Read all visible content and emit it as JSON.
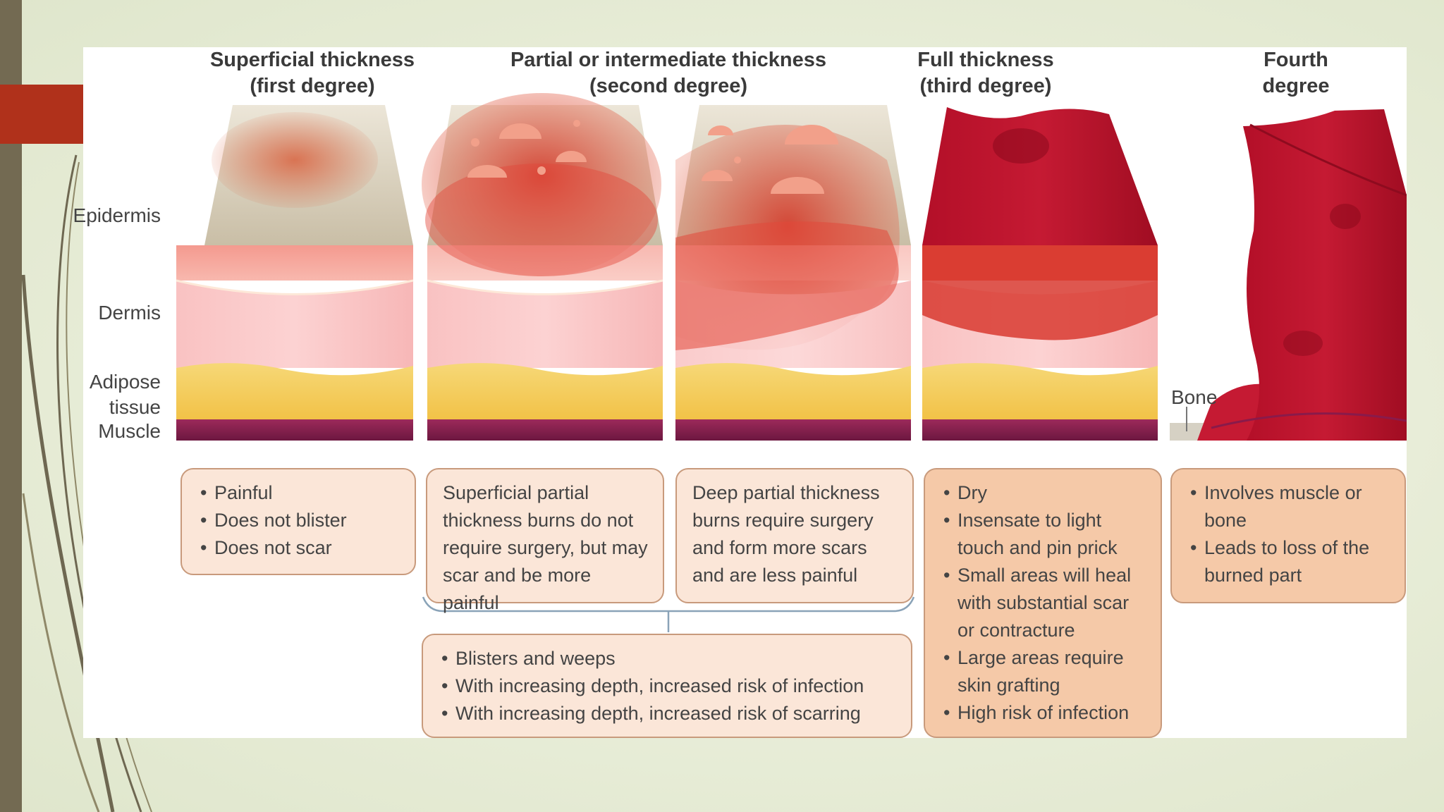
{
  "headers": [
    {
      "line1": "Superficial thickness",
      "line2": "(first degree)"
    },
    {
      "line1": "Partial or intermediate thickness",
      "line2": "(second degree)"
    },
    {
      "line1": "Full thickness",
      "line2": "(third degree)"
    },
    {
      "line1": "Fourth",
      "line2": "degree"
    }
  ],
  "layer_labels": {
    "epidermis": "Epidermis",
    "dermis": "Dermis",
    "adipose_line1": "Adipose",
    "adipose_line2": "tissue",
    "muscle": "Muscle",
    "bone": "Bone"
  },
  "boxes": {
    "first_degree": [
      "Painful",
      "Does not blister",
      "Does not scar"
    ],
    "superficial_partial": "Superficial partial thickness burns do not require surgery, but may scar and be more painful",
    "deep_partial": "Deep partial thickness burns require surgery and form more scars and are less painful",
    "second_degree_shared": [
      "Blisters and weeps",
      "With increasing depth, increased risk of infection",
      "With increasing depth, increased risk of scarring"
    ],
    "third_degree": [
      "Dry",
      "Insensate to light touch and pin prick",
      "Small areas will heal with substantial scar or contracture",
      "Large areas require skin grafting",
      "High risk of infection"
    ],
    "fourth_degree": [
      "Involves muscle or bone",
      "Leads to loss of the burned part"
    ]
  },
  "colors": {
    "slide_bar": "#736a52",
    "accent_tab": "#b0311b",
    "box_light": "#fbe6d8",
    "box_dark": "#f5c9a8",
    "burn_red": "#b5102a"
  }
}
